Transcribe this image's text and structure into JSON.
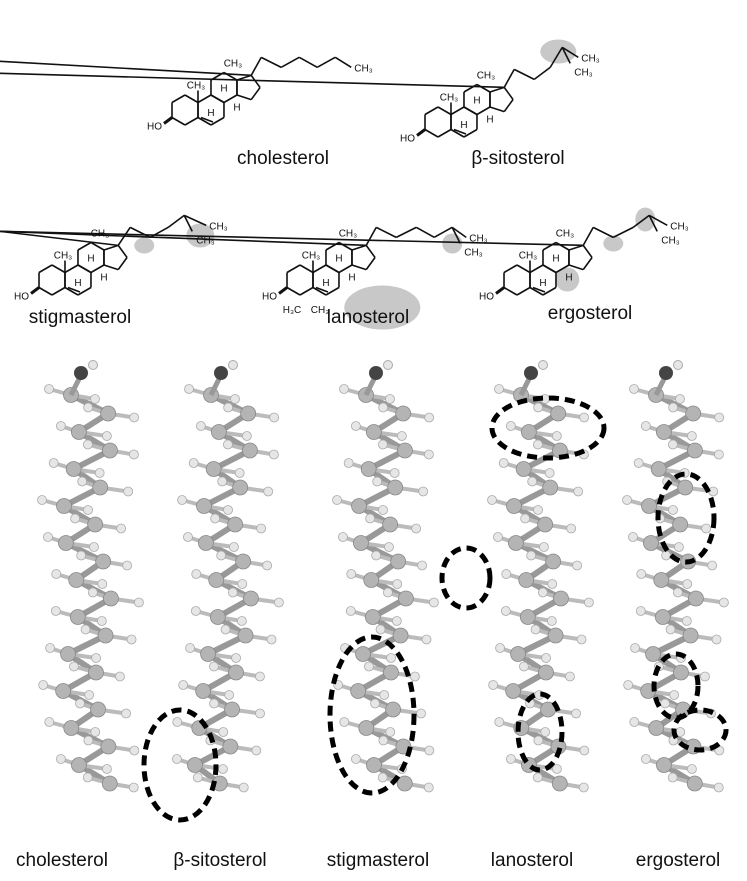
{
  "structures_2d": [
    {
      "name": "cholesterol"
    },
    {
      "name": "β-sitosterol"
    },
    {
      "name": "stigmasterol"
    },
    {
      "name": "lanosterol"
    },
    {
      "name": "ergosterol"
    }
  ],
  "models_3d": [
    {
      "name": "cholesterol"
    },
    {
      "name": "β-sitosterol"
    },
    {
      "name": "stigmasterol"
    },
    {
      "name": "lanosterol"
    },
    {
      "name": "ergosterol"
    }
  ],
  "atom_labels": {
    "hydroxyl": "HO",
    "hydrogen": "H",
    "methyl": "CH₃",
    "methyl_left": "H₃C"
  },
  "colors": {
    "highlight": "#c8c8c8",
    "bond": "#111111",
    "carbon": "#b4b4b4",
    "hydrogen": "#e6e6e6",
    "oxygen": "#444444",
    "dashed_ring": "#000000"
  }
}
